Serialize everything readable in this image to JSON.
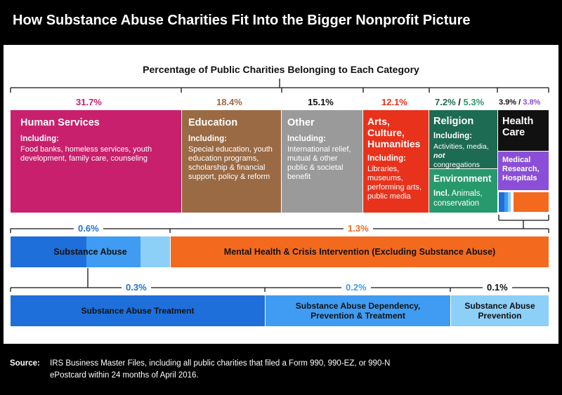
{
  "title": "How Substance Abuse Charities Fit Into the Bigger Nonprofit Picture",
  "subtitle": "Percentage of Public Charities Belonging to Each Category",
  "source_label": "Source:",
  "source_text": "IRS Business Master Files, including all public charities that filed a Form 990, 990-EZ, or 990-N ePostcard within 24 months of April 2016.",
  "colors": {
    "human_services": "#c8206d",
    "education": "#9a6a44",
    "other": "#9a9a9a",
    "arts": "#e8321c",
    "religion": "#1d6b52",
    "environment": "#27996d",
    "health_care": "#111111",
    "medical_research": "#8a4fd6",
    "mental_health": "#f36a1e",
    "sa_dark": "#1e6fd9",
    "sa_mid": "#3f9cf2",
    "sa_light": "#8ccff7"
  },
  "chart_data": {
    "type": "treemap",
    "categories": [
      {
        "name": "Human Services",
        "pct": "31.7%",
        "value": 31.7,
        "including": "Including:",
        "desc": "Food banks, homeless services, youth development, family care, counseling"
      },
      {
        "name": "Education",
        "pct": "18.4%",
        "value": 18.4,
        "including": "Including:",
        "desc": "Special education, youth education programs, scholarship & financial support, policy & reform"
      },
      {
        "name": "Other",
        "pct": "15.1%",
        "value": 15.1,
        "including": "Including:",
        "desc": "International relief, mutual & other public & societal benefit"
      },
      {
        "name": "Arts, Culture, Humanities",
        "pct": "12.1%",
        "value": 12.1,
        "including": "Including:",
        "desc": "Libraries, museums, performing arts, public media"
      },
      {
        "name": "Religion",
        "pct": "7.2%",
        "value": 7.2,
        "including": "Including:",
        "desc_a": "Activities, media,",
        "desc_not": "not",
        "desc_b": "congregations"
      },
      {
        "name": "Environment",
        "pct": "5.3%",
        "value": 5.3,
        "including": "Incl.",
        "desc": "Animals, conservation"
      },
      {
        "name": "Health Care",
        "pct": "3.9%",
        "value": 3.9
      },
      {
        "name": "Medical Research, Hospitals",
        "pct": "3.8%",
        "value": 3.8
      }
    ],
    "health_breakdown": [
      {
        "name": "Substance Abuse",
        "pct": "0.6%",
        "value": 0.6
      },
      {
        "name": "Mental Health & Crisis Intervention (Excluding Substance Abuse)",
        "pct": "1.3%",
        "value": 1.3
      }
    ],
    "substance_abuse_breakdown": [
      {
        "name": "Substance Abuse Treatment",
        "pct": "0.3%",
        "value": 0.3
      },
      {
        "name": "Substance Abuse Dependency, Prevention & Treatment",
        "pct": "0.2%",
        "value": 0.2
      },
      {
        "name": "Substance Abuse Prevention",
        "pct": "0.1%",
        "value": 0.1
      }
    ],
    "pct_separator": "/"
  }
}
